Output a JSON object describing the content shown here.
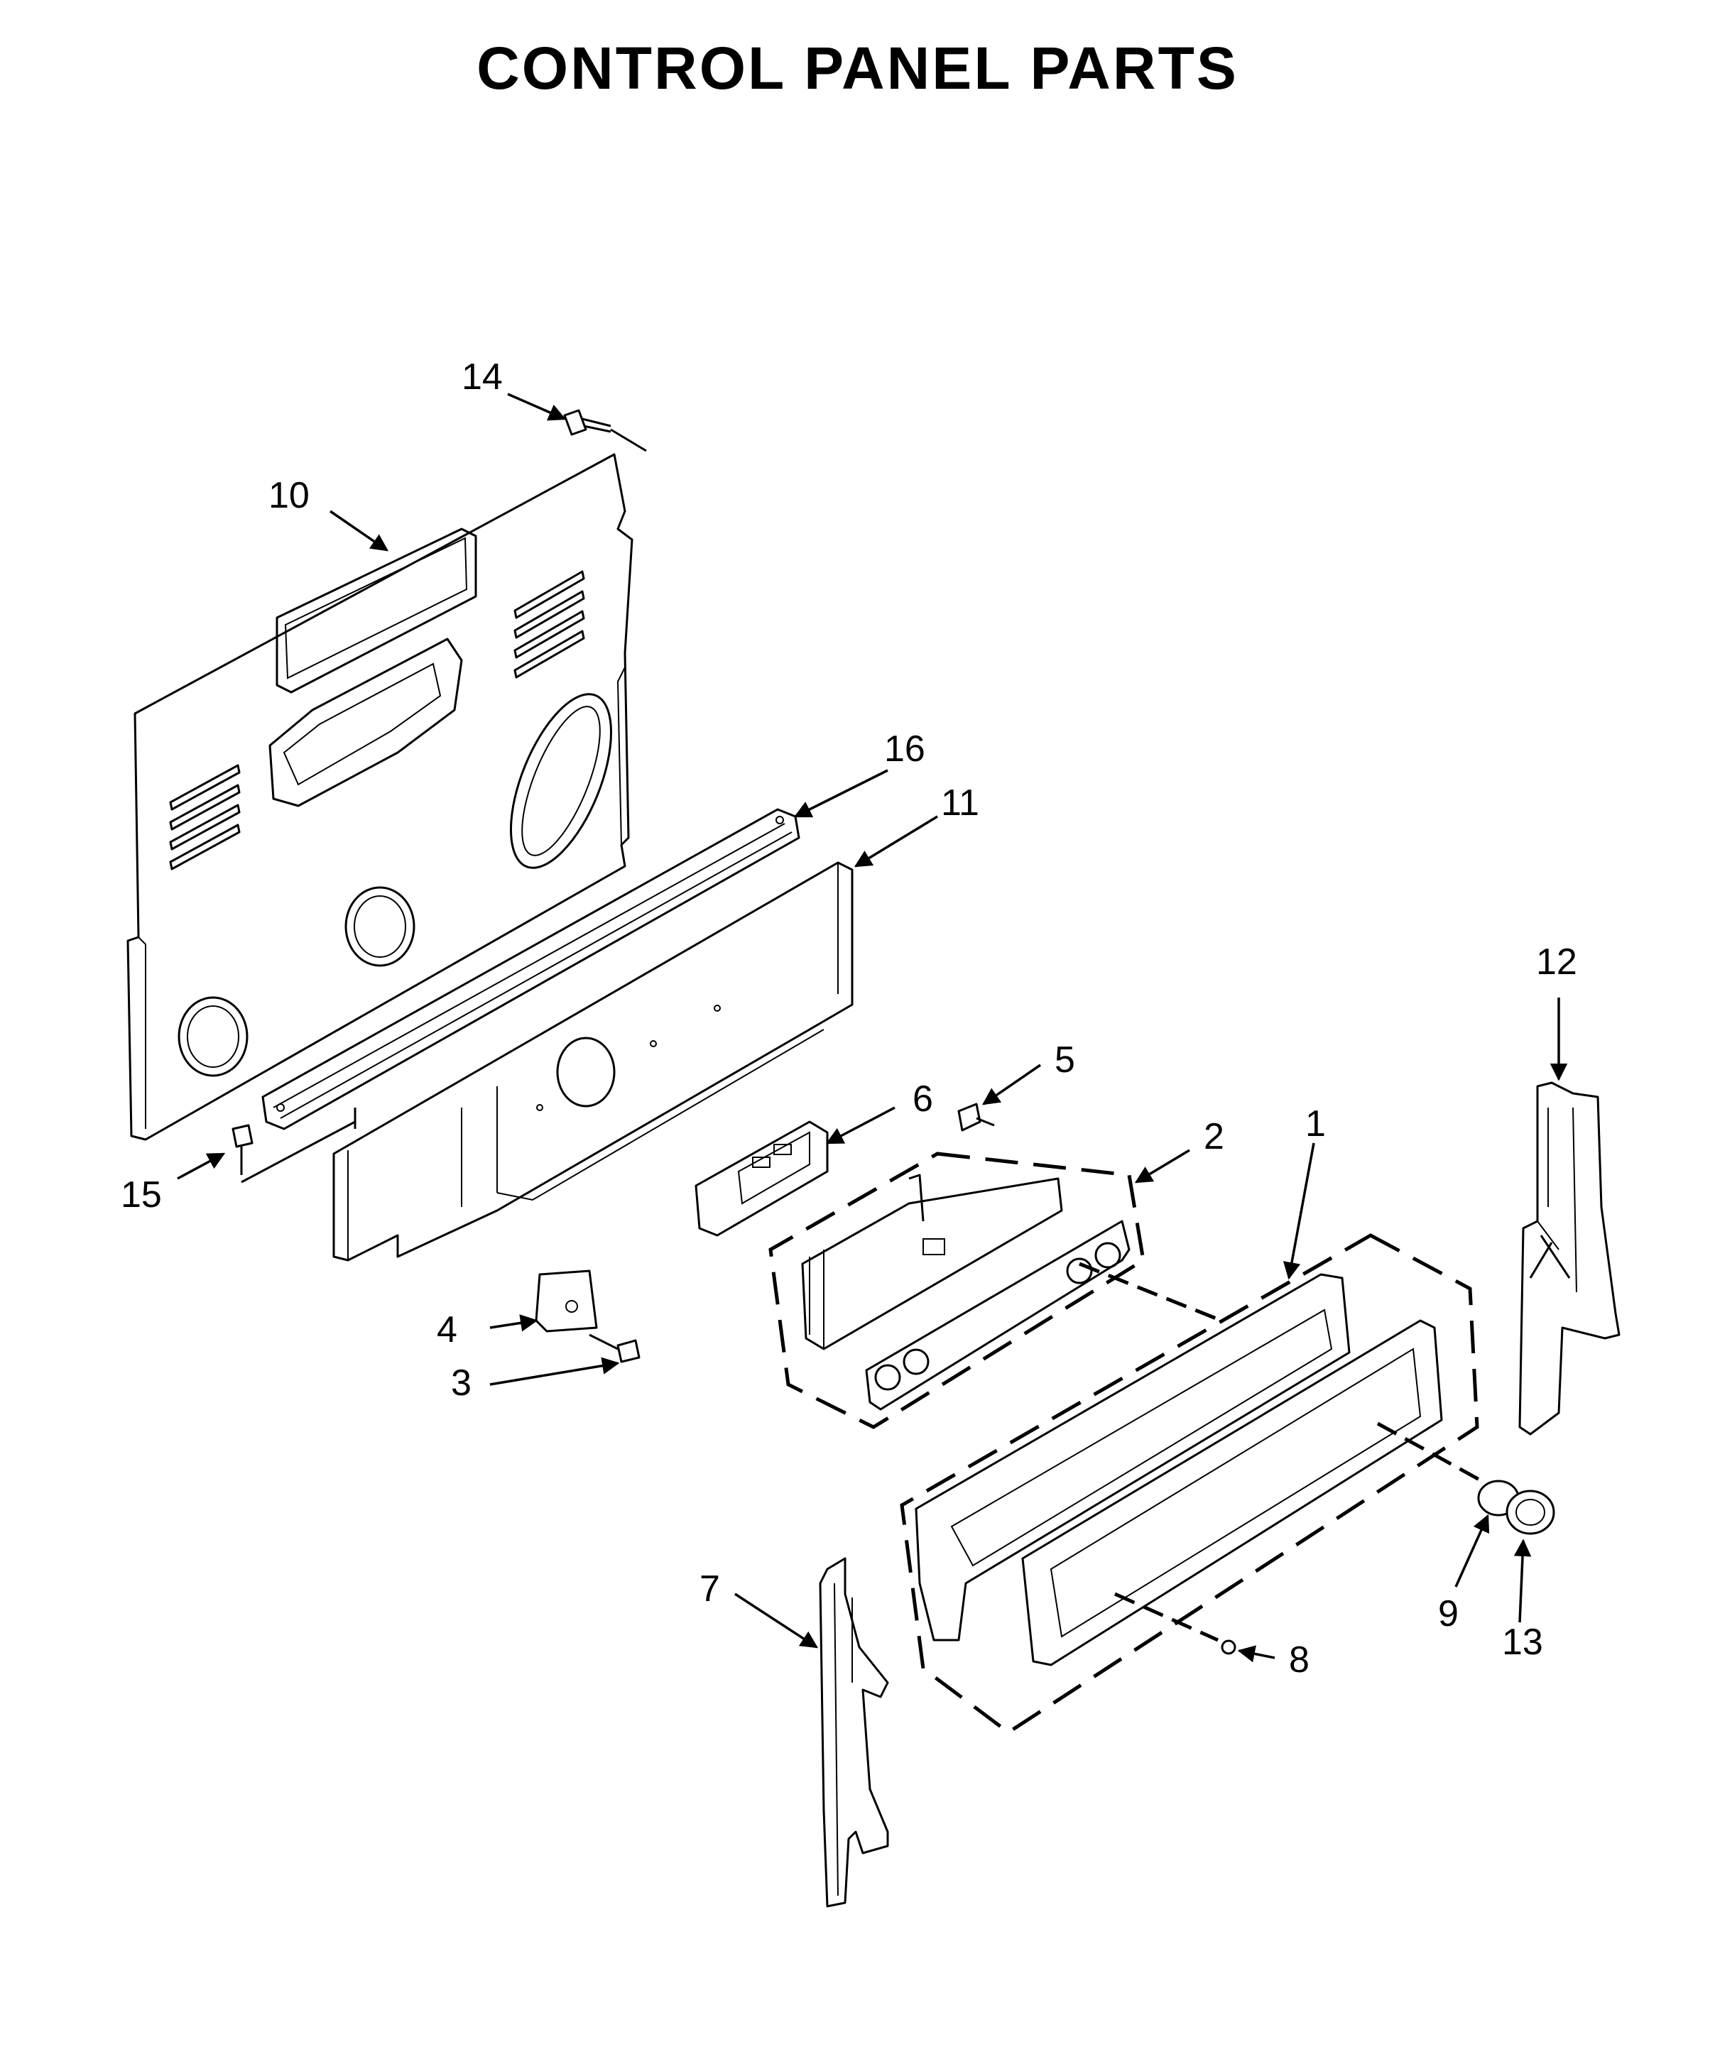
{
  "title": "CONTROL PANEL PARTS",
  "callouts": [
    {
      "id": "1",
      "label": "1"
    },
    {
      "id": "2",
      "label": "2"
    },
    {
      "id": "3",
      "label": "3"
    },
    {
      "id": "4",
      "label": "4"
    },
    {
      "id": "5",
      "label": "5"
    },
    {
      "id": "6",
      "label": "6"
    },
    {
      "id": "7",
      "label": "7"
    },
    {
      "id": "8",
      "label": "8"
    },
    {
      "id": "9",
      "label": "9"
    },
    {
      "id": "10",
      "label": "10"
    },
    {
      "id": "11",
      "label": "11"
    },
    {
      "id": "12",
      "label": "12"
    },
    {
      "id": "13",
      "label": "13"
    },
    {
      "id": "14",
      "label": "14"
    },
    {
      "id": "15",
      "label": "15"
    },
    {
      "id": "16",
      "label": "16"
    }
  ]
}
